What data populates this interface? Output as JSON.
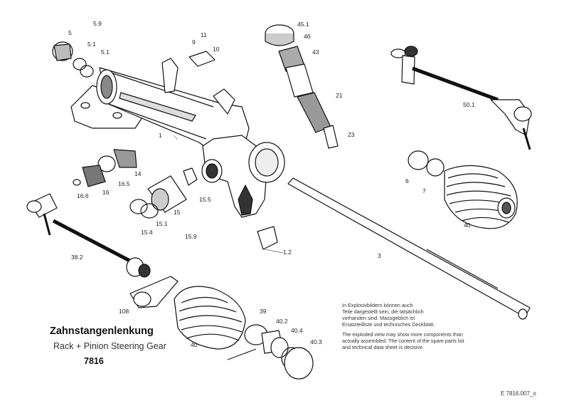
{
  "title": {
    "german": "Zahnstangenlenkung",
    "english": "Rack + Pinion Steering Gear",
    "code": "7816"
  },
  "notes": {
    "german": [
      "In Explosivbildern können auch",
      "Teile dargestellt sein, die tatsächlich",
      "vorhanden sind. Massgeblich ist",
      "Ersatzteilliste und technisches Deckblatt."
    ],
    "english": [
      "The exploded view may show more components than",
      "actually assembled. The content of the spare parts list",
      "and technical data sheet is decisive."
    ]
  },
  "reference": "E 7816.007_o",
  "callouts": [
    {
      "id": "c-5",
      "text": "5"
    },
    {
      "id": "c-5-9",
      "text": "5.9"
    },
    {
      "id": "c-5-1a",
      "text": "5.1"
    },
    {
      "id": "c-5-1b",
      "text": "5.1"
    },
    {
      "id": "c-9",
      "text": "9"
    },
    {
      "id": "c-11",
      "text": "11"
    },
    {
      "id": "c-10",
      "text": "10"
    },
    {
      "id": "c-45-1",
      "text": "45.1"
    },
    {
      "id": "c-46",
      "text": "46"
    },
    {
      "id": "c-43",
      "text": "43"
    },
    {
      "id": "c-21",
      "text": "21"
    },
    {
      "id": "c-23",
      "text": "23"
    },
    {
      "id": "c-50-1",
      "text": "50.1"
    },
    {
      "id": "c-1",
      "text": "1"
    },
    {
      "id": "c-14",
      "text": "14"
    },
    {
      "id": "c-16-6",
      "text": "16.6"
    },
    {
      "id": "c-16",
      "text": "16"
    },
    {
      "id": "c-16-5",
      "text": "16.5"
    },
    {
      "id": "c-15-5",
      "text": "15.5"
    },
    {
      "id": "c-15",
      "text": "15"
    },
    {
      "id": "c-15-1",
      "text": "15.1"
    },
    {
      "id": "c-15-4",
      "text": "15.4"
    },
    {
      "id": "c-15-9",
      "text": "15.9"
    },
    {
      "id": "c-6",
      "text": "6"
    },
    {
      "id": "c-7",
      "text": "7"
    },
    {
      "id": "c-40a",
      "text": "40"
    },
    {
      "id": "c-1-2",
      "text": "1.2"
    },
    {
      "id": "c-3",
      "text": "3"
    },
    {
      "id": "c-38-2",
      "text": "38.2"
    },
    {
      "id": "c-108",
      "text": "108"
    },
    {
      "id": "c-39",
      "text": "39"
    },
    {
      "id": "c-40-2",
      "text": "40.2"
    },
    {
      "id": "c-40-4",
      "text": "40.4"
    },
    {
      "id": "c-40-3",
      "text": "40.3"
    },
    {
      "id": "c-40b",
      "text": "40"
    }
  ]
}
